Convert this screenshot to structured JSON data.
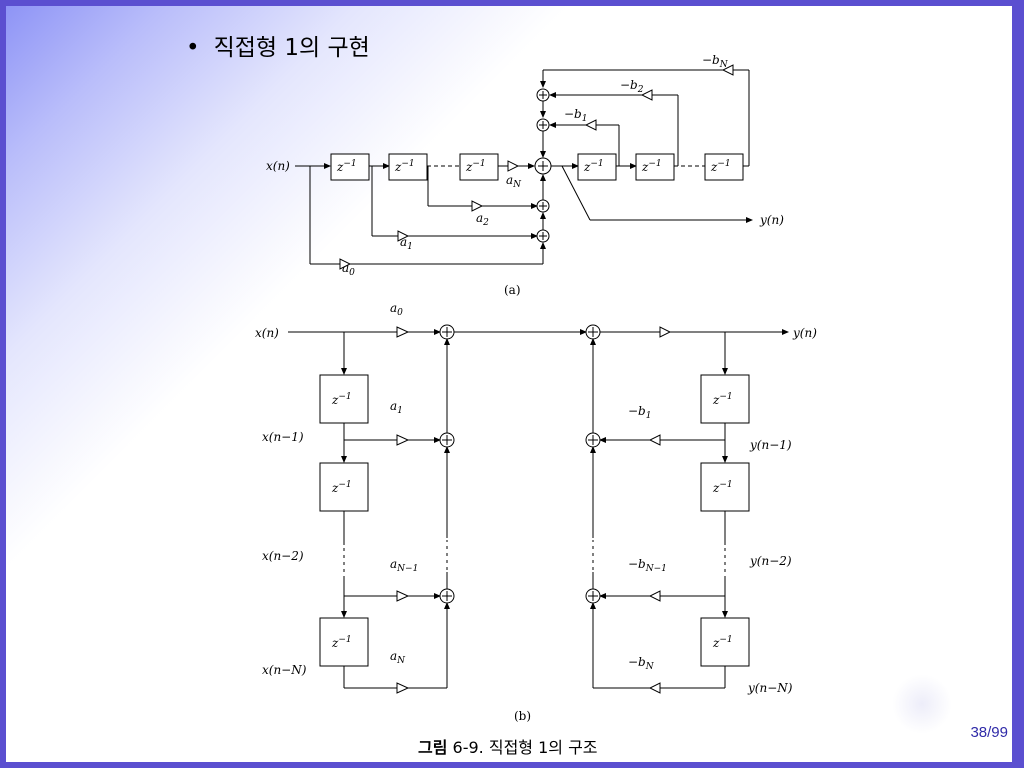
{
  "slide": {
    "bullet": "•",
    "title": "직접형 1의 구현",
    "caption_prefix": "그림",
    "caption_rest": " 6-9. 직접형 1의 구조",
    "page_number": "38/99"
  },
  "diagram_a": {
    "caption": "(a)",
    "input": "x(n)",
    "output": "y(n)",
    "delay": "z−1"
  },
  "diagram_b": {
    "caption": "(b)",
    "input": "x(n)",
    "output": "y(n)",
    "delay": "z−1",
    "x_taps": [
      "x(n−1)",
      "x(n−2)",
      "x(n−N)"
    ],
    "y_taps": [
      "y(n−1)",
      "y(n−2)",
      "y(n−N)"
    ]
  }
}
